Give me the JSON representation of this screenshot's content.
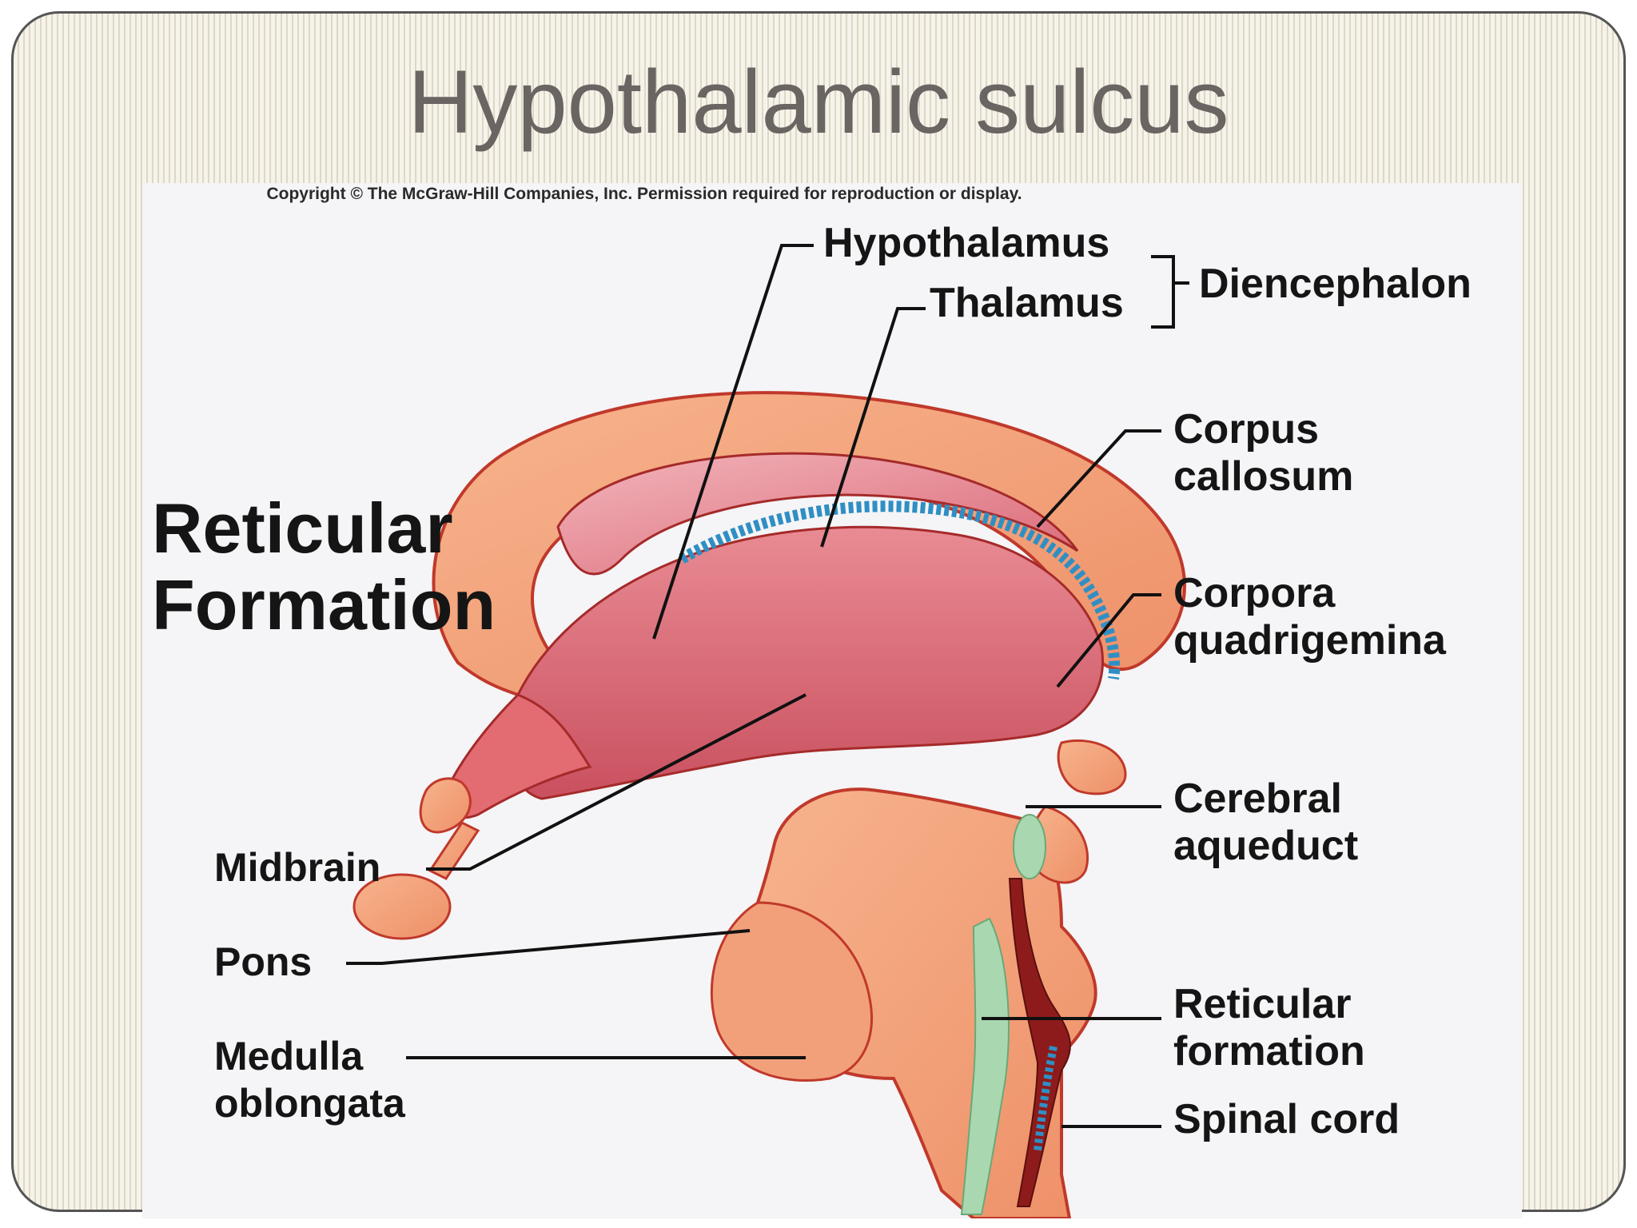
{
  "slide": {
    "title": "Hypothalamic sulcus"
  },
  "figure": {
    "copyright": "Copyright © The McGraw-Hill Companies, Inc. Permission required for reproduction or display.",
    "heading_line1": "Reticular",
    "heading_line2": "Formation",
    "labels": {
      "hypothalamus": "Hypothalamus",
      "thalamus": "Thalamus",
      "diencephalon": "Diencephalon",
      "corpus_callosum_1": "Corpus",
      "corpus_callosum_2": "callosum",
      "corpora_quadrigemina_1": "Corpora",
      "corpora_quadrigemina_2": "quadrigemina",
      "cerebral_aqueduct_1": "Cerebral",
      "cerebral_aqueduct_2": "aqueduct",
      "reticular_formation_1": "Reticular",
      "reticular_formation_2": "formation",
      "spinal_cord": "Spinal cord",
      "midbrain": "Midbrain",
      "pons": "Pons",
      "medulla_oblongata_1": "Medulla",
      "medulla_oblongata_2": "oblongata"
    }
  },
  "colors": {
    "tissue": "#f4a27a",
    "tissue_outline": "#c0392b",
    "thalamus_pink": "#e07a85",
    "ventricle": "#8e1b1b",
    "choroid_blue": "#2f8fc4",
    "reticular_green": "#a9d8b0"
  }
}
